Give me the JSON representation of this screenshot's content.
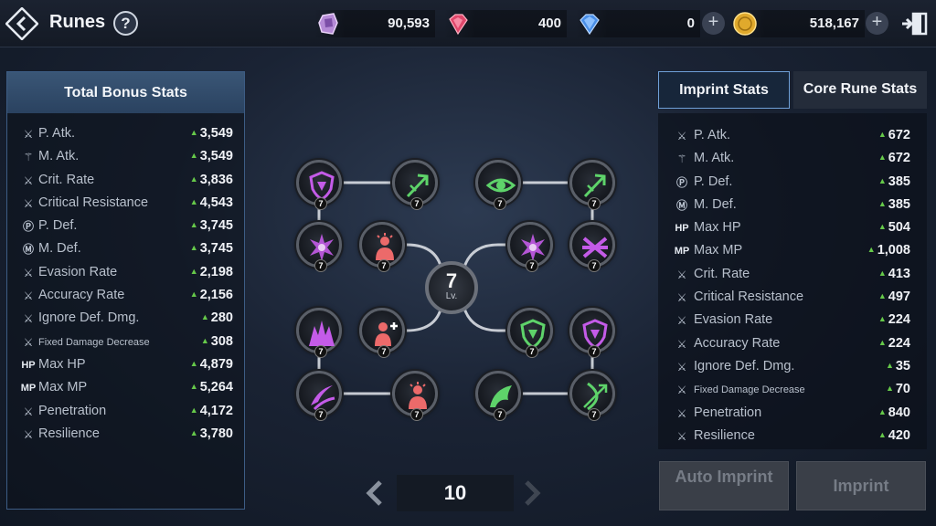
{
  "header": {
    "title": "Runes",
    "help_label": "?",
    "currencies": [
      {
        "name": "rune-stone",
        "value": "90,593",
        "color": "#c7a0e0"
      },
      {
        "name": "red-gem",
        "value": "400",
        "color": "#e0476b"
      },
      {
        "name": "blue-diamond",
        "value": "0",
        "color": "#5aa0f0"
      },
      {
        "name": "gold-coin",
        "value": "518,167",
        "color": "#e8b83a"
      }
    ],
    "plus_label": "+"
  },
  "total_bonus": {
    "title": "Total Bonus Stats",
    "stats": [
      {
        "icon": "sword-icon",
        "glyph": "⚔",
        "name": "P. Atk.",
        "value": "3,549"
      },
      {
        "icon": "staff-icon",
        "glyph": "⚚",
        "name": "M. Atk.",
        "value": "3,549"
      },
      {
        "icon": "sword-icon",
        "glyph": "⚔",
        "name": "Crit. Rate",
        "value": "3,836"
      },
      {
        "icon": "sword-icon",
        "glyph": "⚔",
        "name": "Critical Resistance",
        "value": "4,543"
      },
      {
        "icon": "shield-p-icon",
        "glyph": "Ⓟ",
        "name": "P. Def.",
        "value": "3,745"
      },
      {
        "icon": "shield-m-icon",
        "glyph": "Ⓜ",
        "name": "M. Def.",
        "value": "3,745"
      },
      {
        "icon": "sword-icon",
        "glyph": "⚔",
        "name": "Evasion Rate",
        "value": "2,198"
      },
      {
        "icon": "sword-icon",
        "glyph": "⚔",
        "name": "Accuracy Rate",
        "value": "2,156"
      },
      {
        "icon": "sword-icon",
        "glyph": "⚔",
        "name": "Ignore Def. Dmg.",
        "value": "280"
      },
      {
        "icon": "sword-icon",
        "glyph": "⚔",
        "name": "Fixed Damage Decrease",
        "value": "308",
        "small": true
      },
      {
        "icon": "hp-icon",
        "glyph": "HP",
        "name": "Max HP",
        "value": "4,879"
      },
      {
        "icon": "mp-icon",
        "glyph": "MP",
        "name": "Max MP",
        "value": "5,264"
      },
      {
        "icon": "sword-icon",
        "glyph": "⚔",
        "name": "Penetration",
        "value": "4,172"
      },
      {
        "icon": "sword-icon",
        "glyph": "⚔",
        "name": "Resilience",
        "value": "3,780"
      }
    ]
  },
  "tabs": {
    "imprint": "Imprint Stats",
    "core": "Core Rune Stats"
  },
  "imprint_stats": [
    {
      "icon": "sword-icon",
      "glyph": "⚔",
      "name": "P. Atk.",
      "value": "672"
    },
    {
      "icon": "staff-icon",
      "glyph": "⚚",
      "name": "M. Atk.",
      "value": "672"
    },
    {
      "icon": "shield-p-icon",
      "glyph": "Ⓟ",
      "name": "P. Def.",
      "value": "385"
    },
    {
      "icon": "shield-m-icon",
      "glyph": "Ⓜ",
      "name": "M. Def.",
      "value": "385"
    },
    {
      "icon": "hp-icon",
      "glyph": "HP",
      "name": "Max HP",
      "value": "504"
    },
    {
      "icon": "mp-icon",
      "glyph": "MP",
      "name": "Max MP",
      "value": "1,008"
    },
    {
      "icon": "sword-icon",
      "glyph": "⚔",
      "name": "Crit. Rate",
      "value": "413"
    },
    {
      "icon": "sword-icon",
      "glyph": "⚔",
      "name": "Critical Resistance",
      "value": "497"
    },
    {
      "icon": "sword-icon",
      "glyph": "⚔",
      "name": "Evasion Rate",
      "value": "224"
    },
    {
      "icon": "sword-icon",
      "glyph": "⚔",
      "name": "Accuracy Rate",
      "value": "224"
    },
    {
      "icon": "sword-icon",
      "glyph": "⚔",
      "name": "Ignore Def. Dmg.",
      "value": "35"
    },
    {
      "icon": "sword-icon",
      "glyph": "⚔",
      "name": "Fixed Damage Decrease",
      "value": "70",
      "small": true
    },
    {
      "icon": "sword-icon",
      "glyph": "⚔",
      "name": "Penetration",
      "value": "840"
    },
    {
      "icon": "sword-icon",
      "glyph": "⚔",
      "name": "Resilience",
      "value": "420"
    }
  ],
  "buttons": {
    "auto_imprint": "Auto Imprint",
    "imprint": "Imprint"
  },
  "core_rune": {
    "level": "7",
    "level_label": "Lv."
  },
  "runes": [
    {
      "id": "r1",
      "symbol": "shield-purple",
      "color": "#c45be8",
      "level": "7"
    },
    {
      "id": "r2",
      "symbol": "arrow-green",
      "color": "#5ed36a",
      "level": "7"
    },
    {
      "id": "r3",
      "symbol": "eye-green",
      "color": "#5ed36a",
      "level": "7"
    },
    {
      "id": "r4",
      "symbol": "arrow-green",
      "color": "#5ed36a",
      "level": "7"
    },
    {
      "id": "r5",
      "symbol": "burst-purple",
      "color": "#c45be8",
      "level": "7"
    },
    {
      "id": "r6",
      "symbol": "body-red",
      "color": "#ec6a6a",
      "level": "7"
    },
    {
      "id": "r7",
      "symbol": "burst-purple",
      "color": "#c45be8",
      "level": "7"
    },
    {
      "id": "r8",
      "symbol": "cross-purple",
      "color": "#c45be8",
      "level": "7"
    },
    {
      "id": "r9",
      "symbol": "spike-purple",
      "color": "#c45be8",
      "level": "7"
    },
    {
      "id": "r10",
      "symbol": "body-plus-red",
      "color": "#ec6a6a",
      "level": "7"
    },
    {
      "id": "r11",
      "symbol": "shield-green",
      "color": "#5ed36a",
      "level": "7"
    },
    {
      "id": "r12",
      "symbol": "shield-purple",
      "color": "#c45be8",
      "level": "7"
    },
    {
      "id": "r13",
      "symbol": "slash-purple",
      "color": "#c45be8",
      "level": "7"
    },
    {
      "id": "r14",
      "symbol": "body-red",
      "color": "#ec6a6a",
      "level": "7"
    },
    {
      "id": "r15",
      "symbol": "wing-green",
      "color": "#5ed36a",
      "level": "7"
    },
    {
      "id": "r16",
      "symbol": "bow-green",
      "color": "#5ed36a",
      "level": "7"
    }
  ],
  "pager": {
    "value": "10"
  }
}
